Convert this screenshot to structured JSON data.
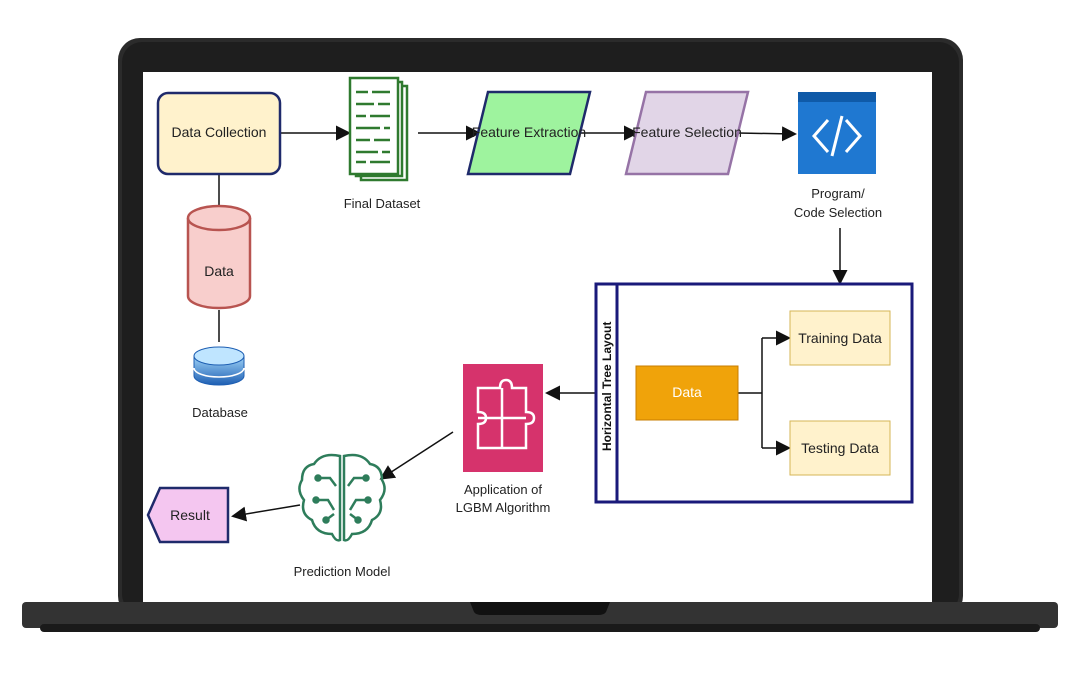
{
  "diagram": {
    "nodes": {
      "data_collection": "Data Collection",
      "data_cylinder": "Data",
      "database": "Database",
      "final_dataset": "Final Dataset",
      "feature_extraction": "Feature Extraction",
      "feature_selection": "Feature Selection",
      "program_line1": "Program/",
      "program_line2": "Code Selection",
      "tree_title": "Horizontal Tree Layout",
      "tree_root": "Data",
      "training": "Training Data",
      "testing": "Testing Data",
      "lgbm_line1": "Application of",
      "lgbm_line2": "LGBM Algorithm",
      "prediction": "Prediction Model",
      "result": "Result"
    },
    "colors": {
      "laptop_frame": "#2b2b2b",
      "data_collection_fill": "#fff2cc",
      "data_collection_stroke": "#1f2a6b",
      "cylinder_fill": "#f8cecc",
      "cylinder_stroke": "#b85450",
      "extraction_fill": "#9ef39e",
      "selection_fill": "#e1d5e7",
      "code_blue": "#1f78d1",
      "tree_border": "#1a1a7a",
      "tree_root_fill": "#f0a30a",
      "leaf_fill": "#fff2cc",
      "lgbm_fill": "#d6336c",
      "brain_green": "#2e7d5b",
      "result_fill": "#f4c6f0"
    }
  }
}
